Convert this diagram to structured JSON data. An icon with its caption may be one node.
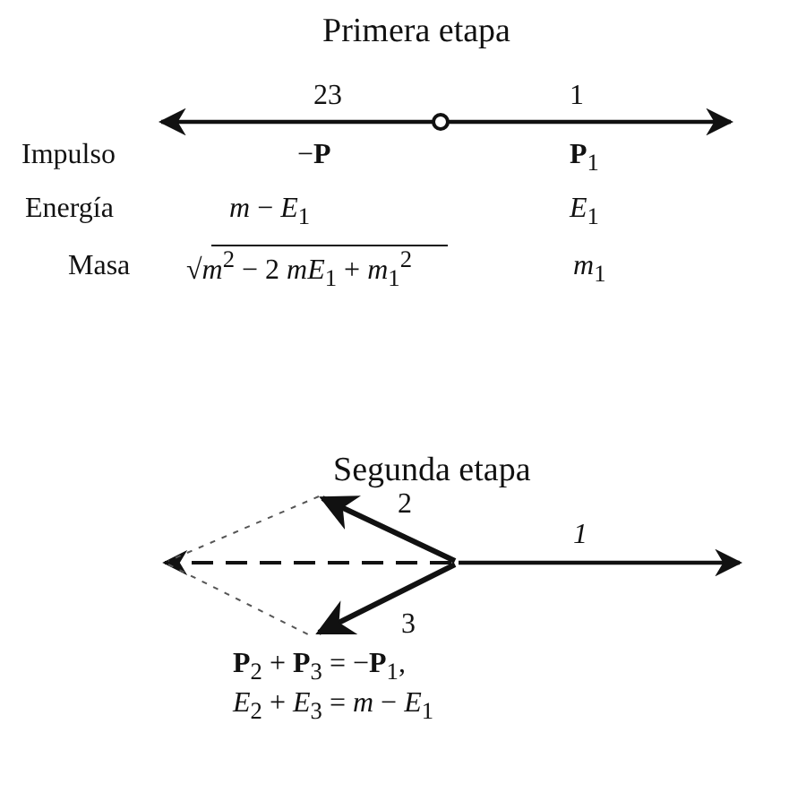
{
  "diagram": {
    "labels": [
      "Primera etapa",
      "23",
      "1",
      "Impulso",
      "−**P**",
      "**P**$_{1}$",
      "Energía",
      "*m* − *E*$_{1}$",
      "*E*$_{1}$",
      "Masa",
      "√*m*$^{2}$ − 2 *mE*$_{1}$ + *m*$_{1}$$^{2}$",
      "*m*$_{1}$",
      "Segunda etapa",
      "2",
      "*1*",
      "3",
      "**P**$_{2}$ + **P**$_{3}$ = −**P**$_{1}$,",
      "*E*$_{2}$ + *E*$_{3}$ = *m* − *E*$_{1}$"
    ]
  }
}
